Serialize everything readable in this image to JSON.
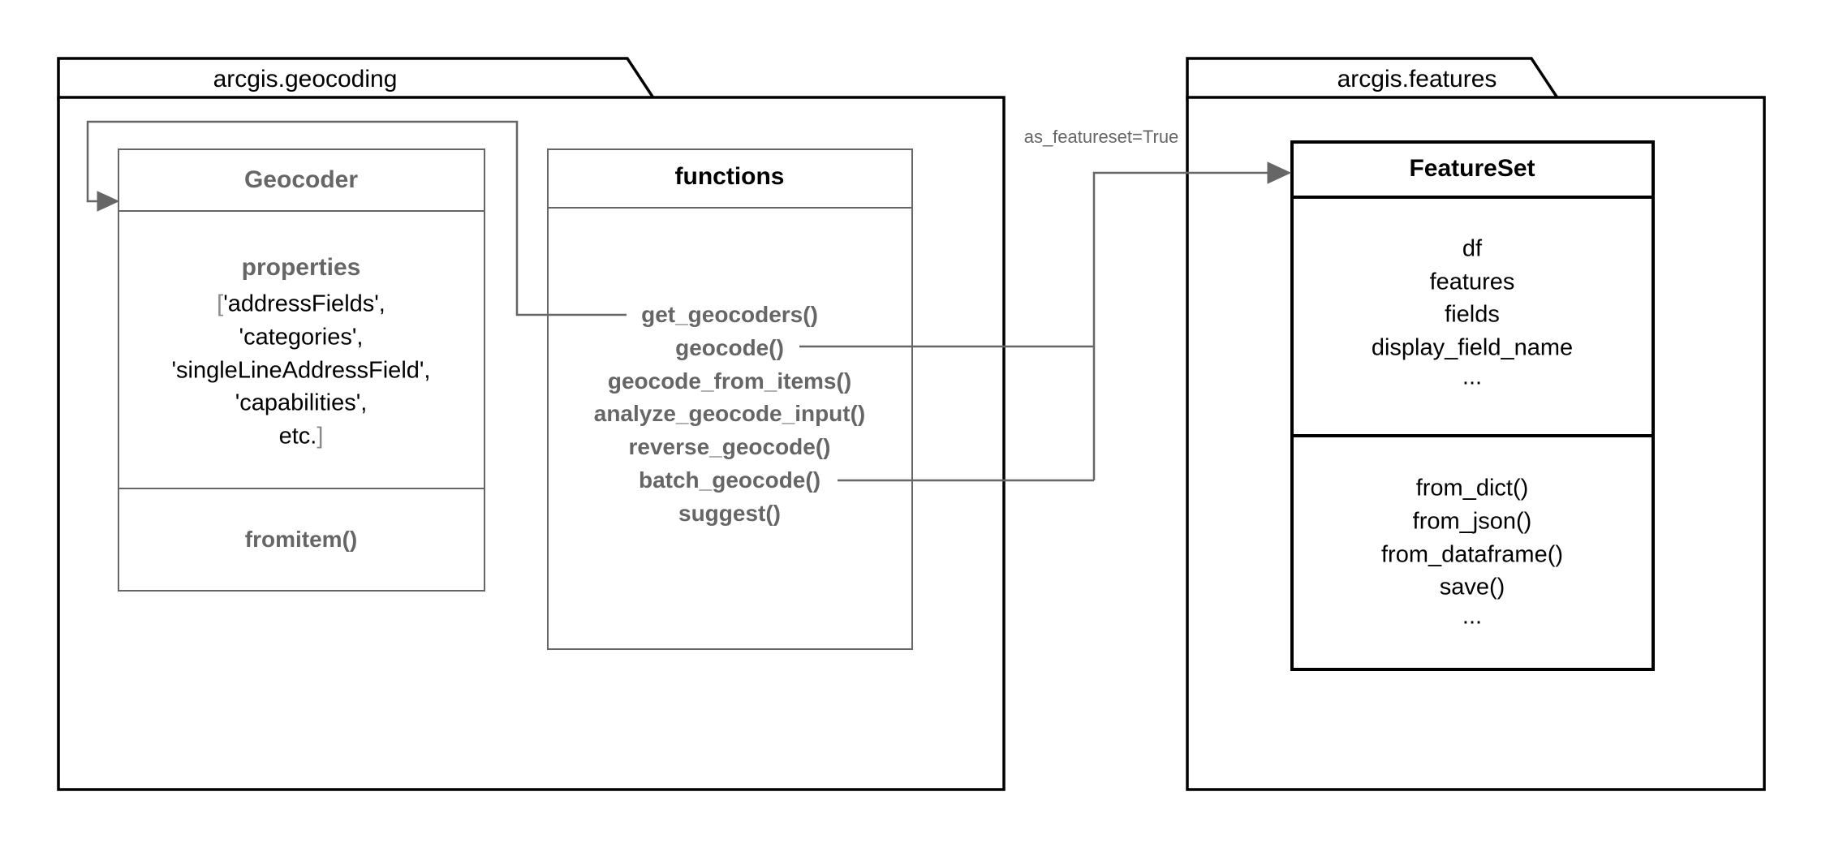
{
  "colors": {
    "package_border": "#000000",
    "class_border_gray": "#666666",
    "class_border_black": "#000000",
    "gray_text": "#666666",
    "black_text": "#000000",
    "connector": "#666666",
    "background": "#ffffff"
  },
  "packages": {
    "geocoding": {
      "label": "arcgis.geocoding",
      "classes": {
        "geocoder": {
          "title": "Geocoder",
          "properties_header": "properties",
          "bracket_open": "[",
          "bracket_close": "]",
          "properties": [
            "'addressFields',",
            "'categories',",
            "'singleLineAddressField',",
            "'capabilities',",
            "etc."
          ],
          "methods": [
            "fromitem()"
          ]
        },
        "functions": {
          "title": "functions",
          "items": [
            "get_geocoders()",
            "geocode()",
            "geocode_from_items()",
            "analyze_geocode_input()",
            "reverse_geocode()",
            "batch_geocode()",
            "suggest()"
          ]
        }
      }
    },
    "features": {
      "label": "arcgis.features",
      "classes": {
        "featureset": {
          "title": "FeatureSet",
          "properties": [
            "df",
            "features",
            "fields",
            "display_field_name",
            "..."
          ],
          "methods": [
            "from_dict()",
            "from_json()",
            "from_dataframe()",
            "save()",
            "..."
          ]
        }
      }
    }
  },
  "connectors": {
    "as_featureset_label": "as_featureset=True"
  }
}
